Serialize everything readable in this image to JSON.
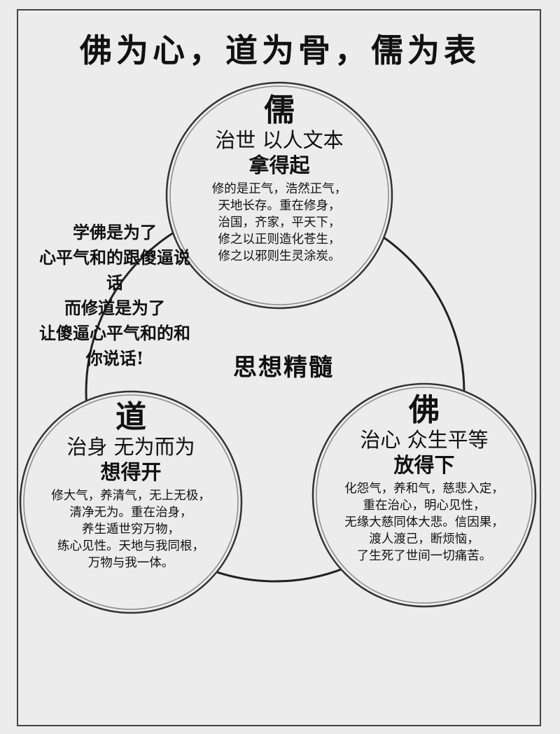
{
  "title": "佛为心，道为骨，儒为表",
  "center_label": "思想精髓",
  "side_note": "学佛是为了\n心平气和的跟傻逼说\n话\n而修道是为了\n让傻逼心平气和的和\n你说话!",
  "circles": {
    "ru": {
      "name": "儒",
      "role": "治世  以人文本",
      "motto": "拿得起",
      "desc": "修的是正气，浩然正气，\n天地长存。重在修身，\n治国，齐家，平天下，\n修之以正则造化苍生，\n修之以邪则生灵涂炭。"
    },
    "dao": {
      "name": "道",
      "role": "治身  无为而为",
      "motto": "想得开",
      "desc": "修大气，养清气，无上无极，\n清净无为。重在治身，\n养生遁世穷万物，\n练心见性。天地与我同根，\n万物与我一体。"
    },
    "fo": {
      "name": "佛",
      "role": "治心  众生平等",
      "motto": "放得下",
      "desc": "化怨气，养和气，慈悲入定，\n重在治心，明心见性，\n无缘大慈同体大悲。信因果，\n渡人渡己，断烦恼，\n了生死了世间一切痛苦。"
    }
  },
  "colors": {
    "background": "#ececec",
    "line": "#222222",
    "inner_ring": "#8a8a8a",
    "text": "#111111"
  }
}
